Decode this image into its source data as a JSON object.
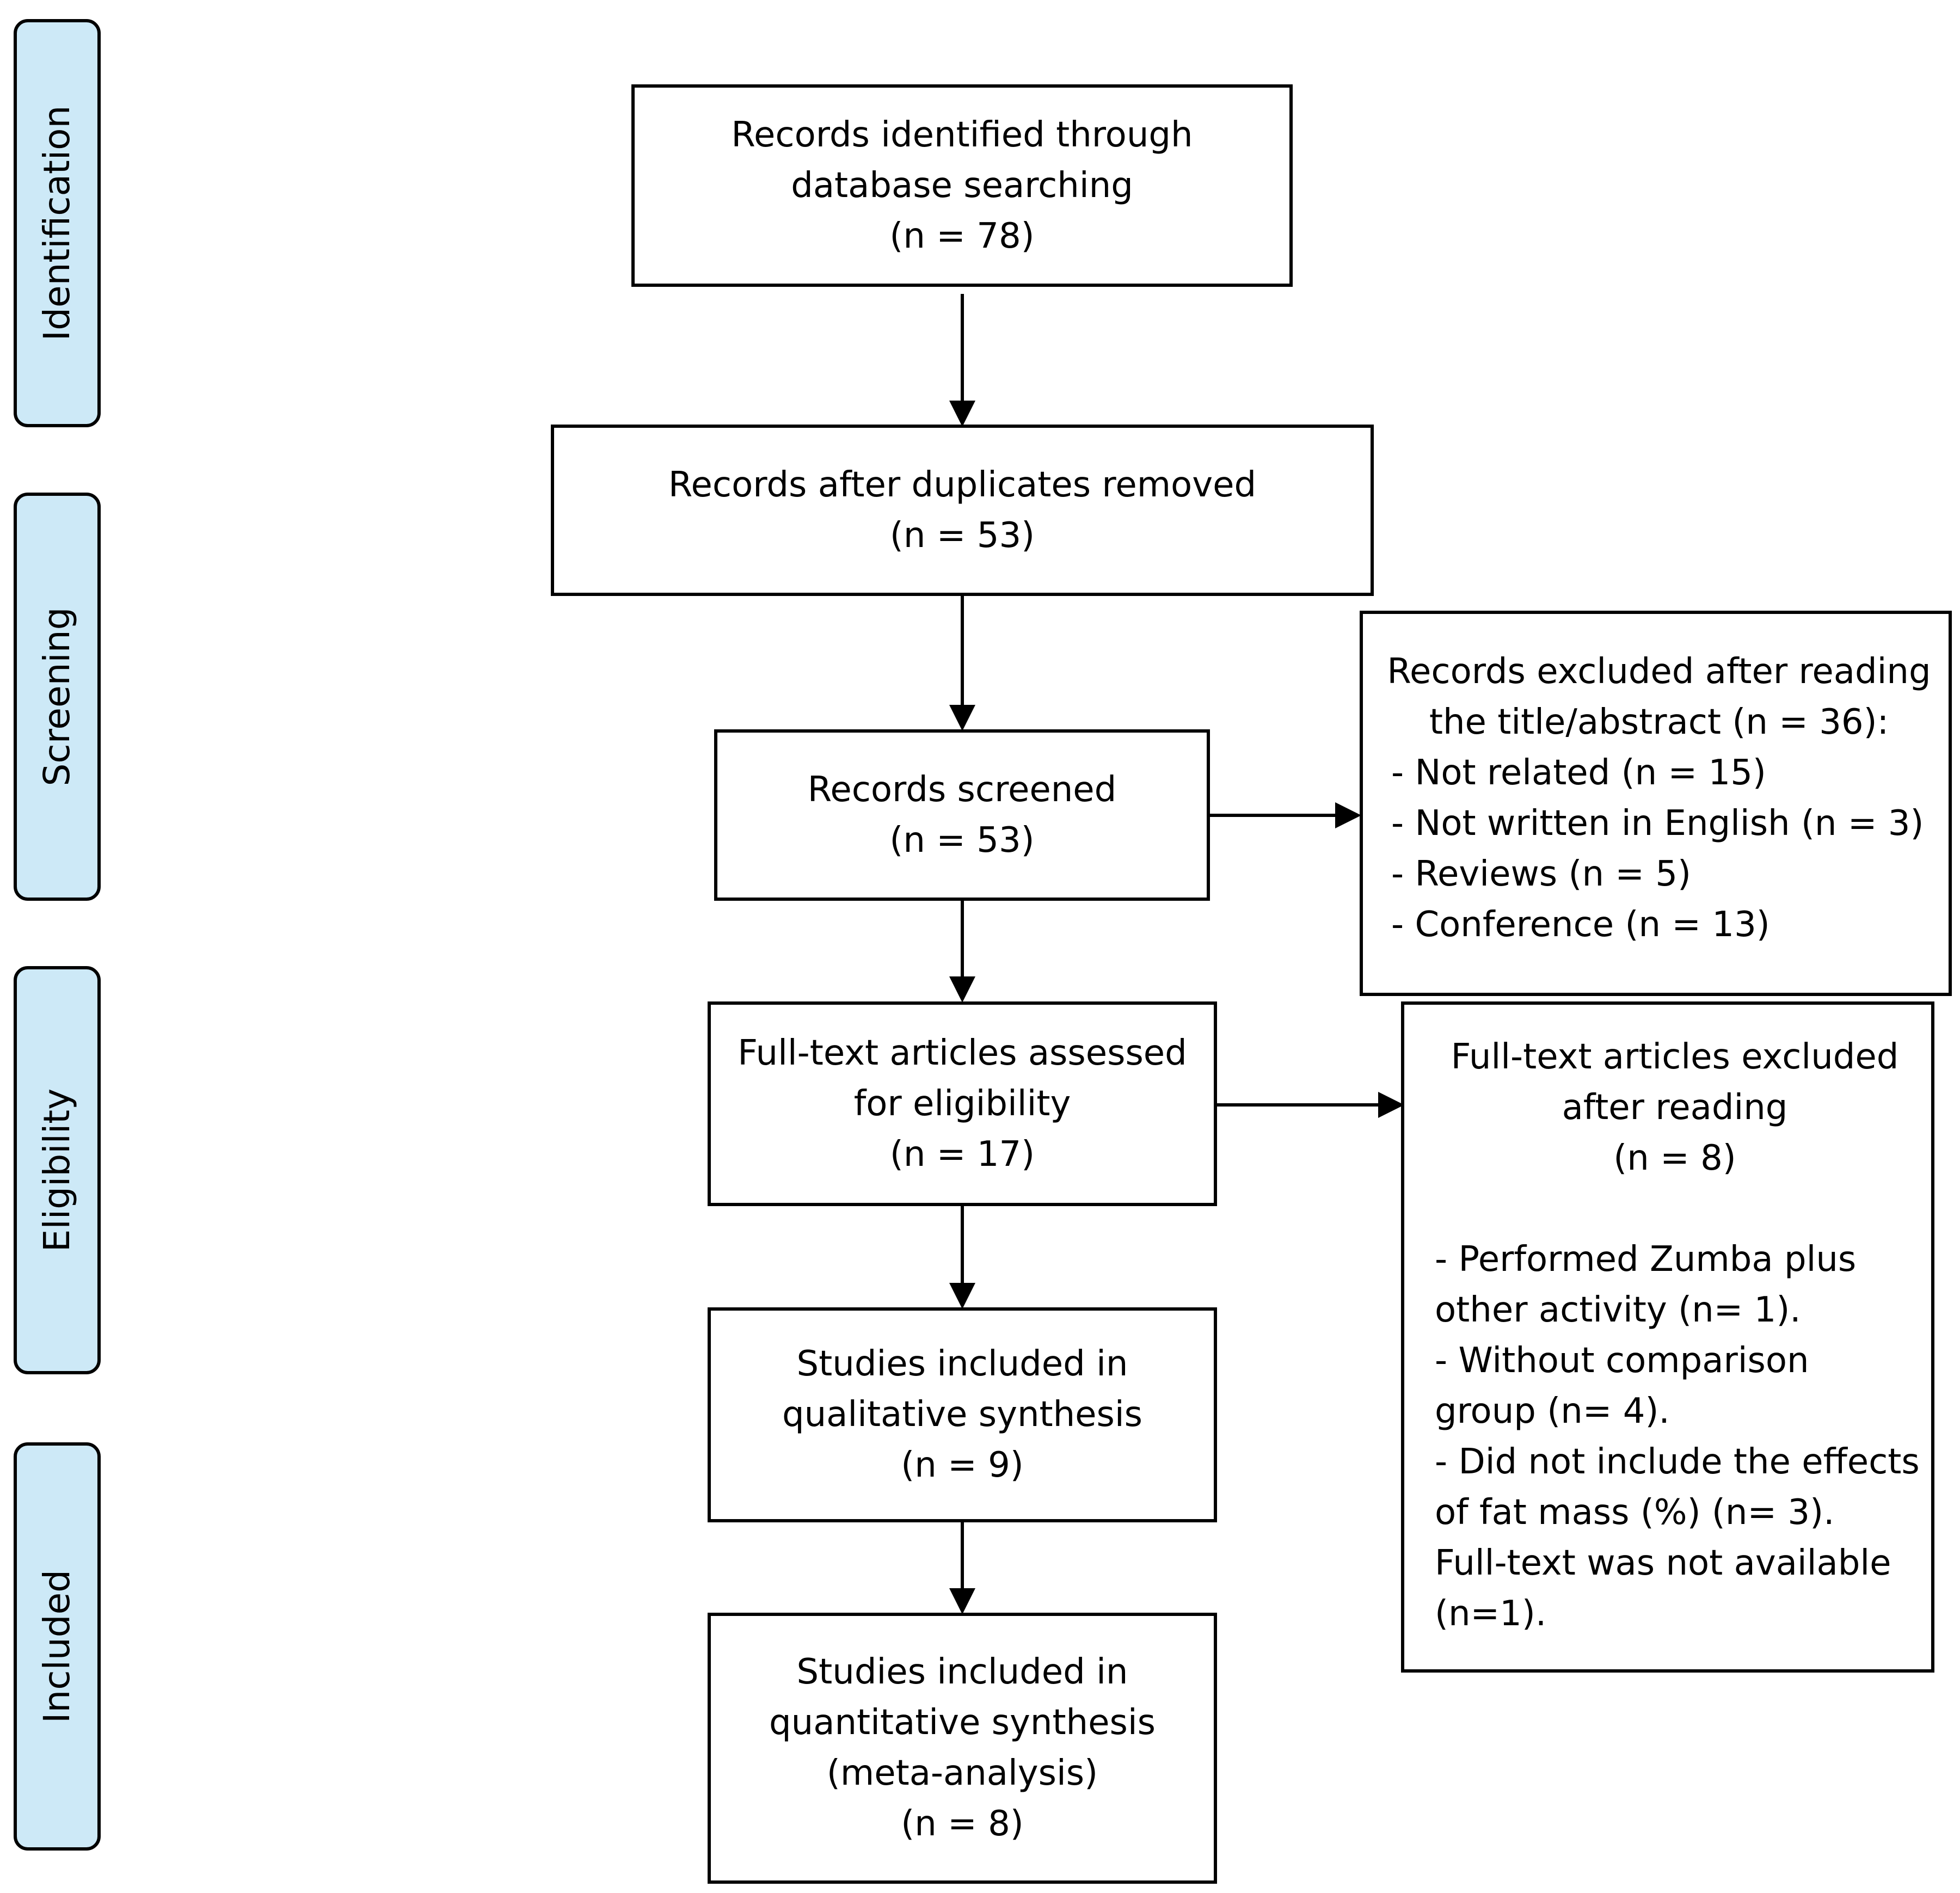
{
  "phases": [
    {
      "label": "Identification"
    },
    {
      "label": "Screening"
    },
    {
      "label": "Eligibility"
    },
    {
      "label": "Included"
    }
  ],
  "boxes": {
    "identified": {
      "lines": [
        "Records identified through",
        "database searching",
        "(n = 78)"
      ]
    },
    "duplicates_removed": {
      "lines": [
        "Records after duplicates removed",
        "(n = 53)"
      ]
    },
    "screened": {
      "lines": [
        "Records screened",
        "(n = 53)"
      ]
    },
    "excluded_title": {
      "lines": [
        "Records excluded after reading",
        "the title/abstract (n = 36):"
      ],
      "items": [
        "- Not related (n = 15)",
        "- Not written in English (n = 3)",
        "- Reviews (n = 5)",
        "- Conference (n = 13)"
      ]
    },
    "fulltext_assessed": {
      "lines": [
        "Full-text articles assessed",
        "for eligibility",
        "(n = 17)"
      ]
    },
    "fulltext_excluded": {
      "lines": [
        "Full-text articles excluded",
        "after reading",
        "(n = 8)"
      ],
      "items": [
        "- Performed Zumba plus",
        "other activity (n= 1).",
        "- Without comparison",
        "group (n= 4).",
        "- Did not include the effects",
        "of fat mass (%) (n= 3).",
        "Full-text was not available",
        "(n=1)."
      ]
    },
    "qualitative": {
      "lines": [
        "Studies included in",
        "qualitative synthesis",
        "(n = 9)"
      ]
    },
    "quantitative": {
      "lines": [
        "Studies included in",
        "quantitative synthesis",
        "(meta-analysis)",
        "(n = 8)"
      ]
    }
  }
}
